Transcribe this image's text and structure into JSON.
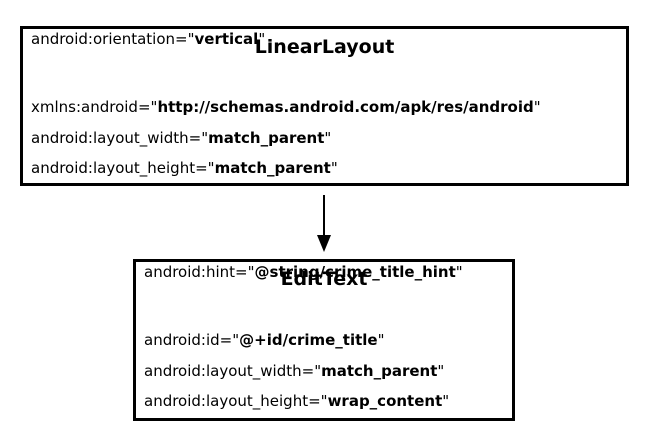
{
  "linear_layout": {
    "title": "LinearLayout",
    "attributes": [
      {
        "prefix": "xmlns:android=\"",
        "value": "http://schemas.android.com/apk/res/android",
        "suffix": "\""
      },
      {
        "prefix": "android:layout_width=\"",
        "value": "match_parent",
        "suffix": "\""
      },
      {
        "prefix": "android:layout_height=\"",
        "value": "match_parent",
        "suffix": "\""
      },
      {
        "prefix": "android:orientation=\"",
        "value": "vertical",
        "suffix": "\""
      }
    ]
  },
  "edit_text": {
    "title": "EditText",
    "attributes": [
      {
        "prefix": "android:id=\"",
        "value": "@+id/crime_title",
        "suffix": "\""
      },
      {
        "prefix": "android:layout_width=\"",
        "value": "match_parent",
        "suffix": "\""
      },
      {
        "prefix": "android:layout_height=\"",
        "value": "wrap_content",
        "suffix": "\""
      },
      {
        "prefix": "android:hint=\"",
        "value": "@string/crime_title_hint",
        "suffix": "\""
      }
    ]
  },
  "colors": {
    "border": "#000000",
    "background": "#ffffff",
    "text": "#000000"
  }
}
